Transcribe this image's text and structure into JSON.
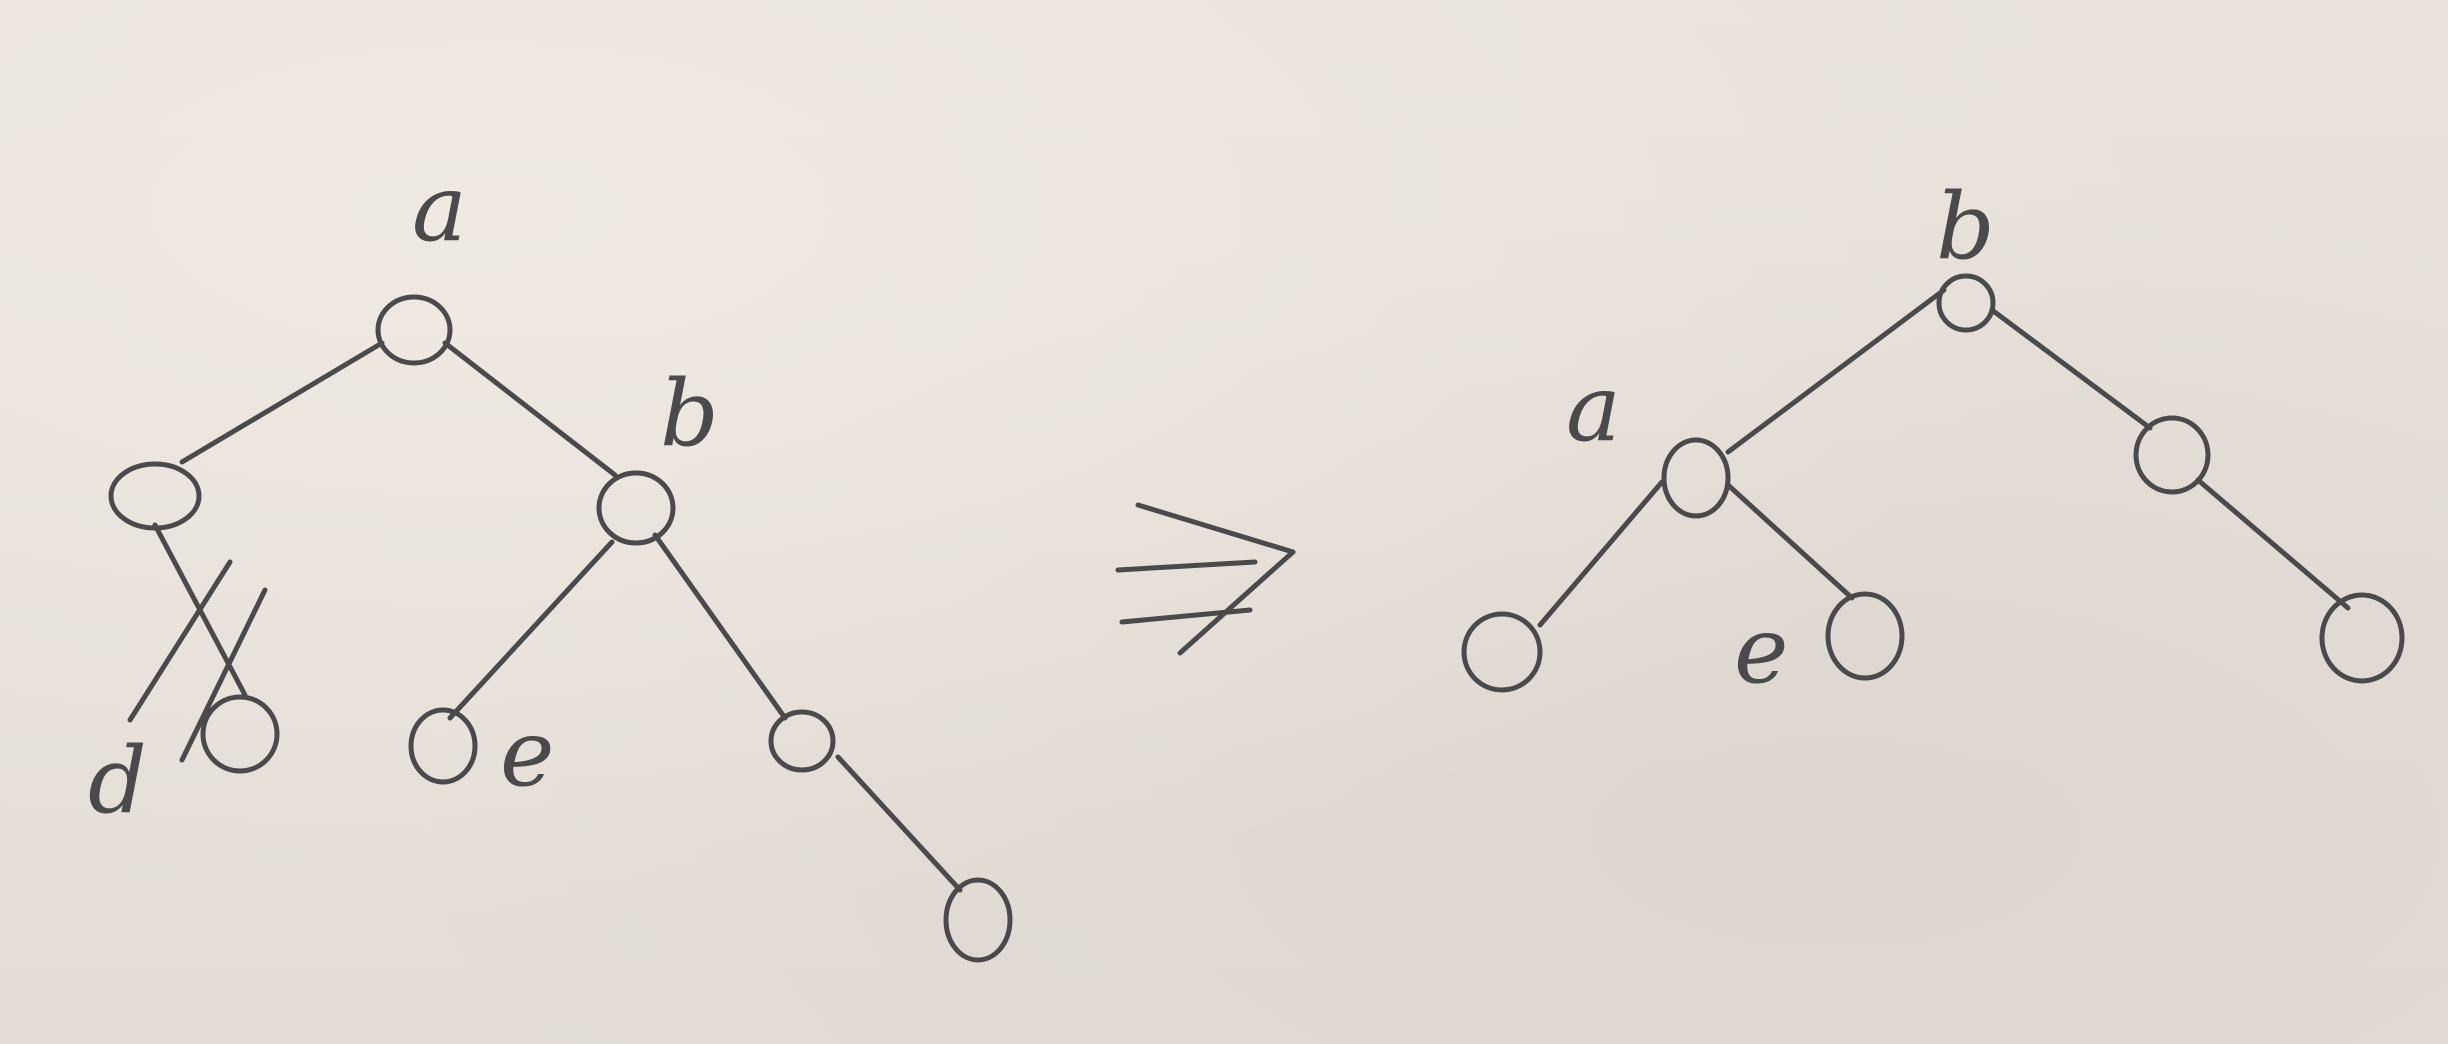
{
  "colors": {
    "ink": "#4a4a4c",
    "paper": "#e6e0d9"
  },
  "before": {
    "labels": {
      "root": "a",
      "right_child": "b",
      "left_grandchild": "d",
      "middle_grandchild": "e"
    }
  },
  "arrow": {
    "symbol": "⇒"
  },
  "after": {
    "labels": {
      "root": "b",
      "left_child": "a",
      "left_right_grandchild": "e"
    }
  }
}
